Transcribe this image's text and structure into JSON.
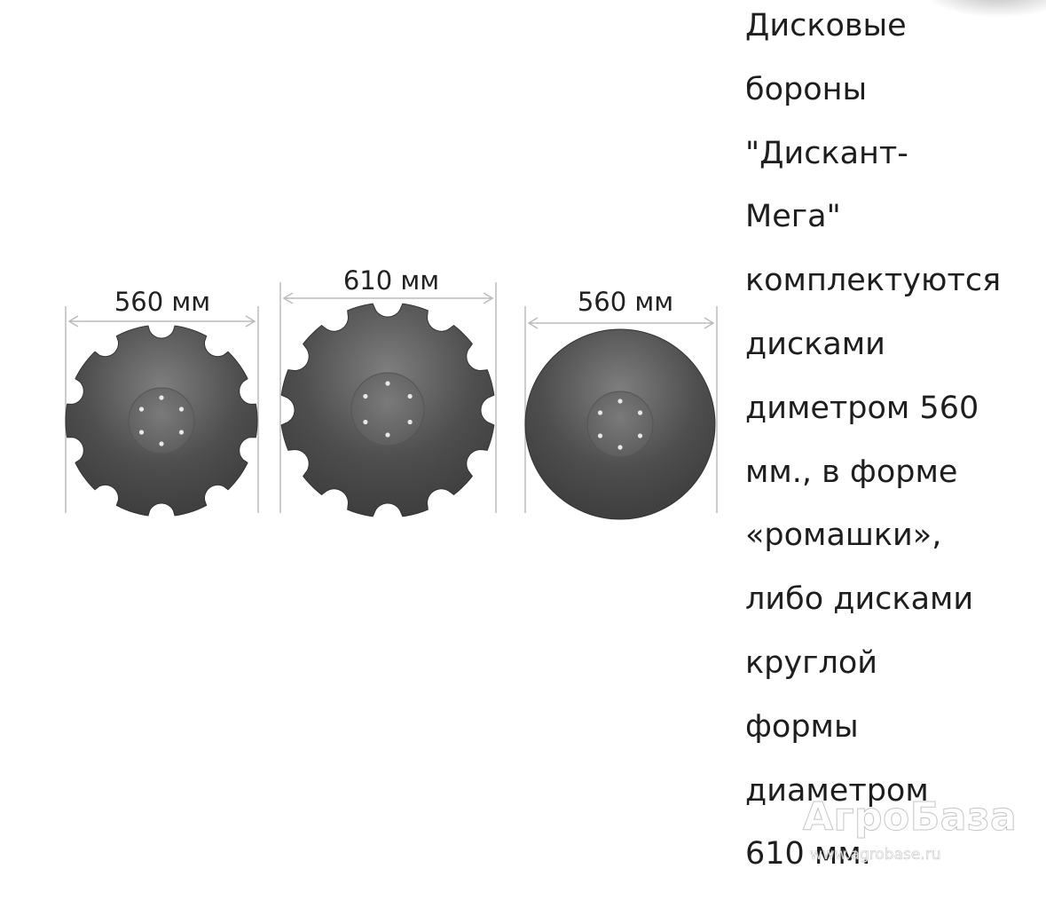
{
  "figure": {
    "discs": [
      {
        "dimension_label": "560 мм",
        "shape": "notched",
        "notches": 10
      },
      {
        "dimension_label": "610 мм",
        "shape": "notched",
        "notches": 12
      },
      {
        "dimension_label": "560 мм",
        "shape": "solid",
        "notches": 0
      }
    ],
    "colors": {
      "disc_dark": "#3a3a3a",
      "disc_light": "#7e7e7e",
      "hub": "#6a6a6a",
      "dimension_line": "#bbbbbb"
    }
  },
  "description": {
    "lines": [
      "Дисковые",
      "бороны",
      "\"Дискант-",
      "Мега\"",
      "комплектуются",
      "дисками",
      "диметром 560",
      "мм., в форме",
      "«ромашки»,",
      "либо дисками",
      "круглой",
      "формы",
      "диаметром",
      "610 мм."
    ]
  },
  "watermark": {
    "brand": "АгроБаза",
    "url": "www.agrobase.ru"
  }
}
